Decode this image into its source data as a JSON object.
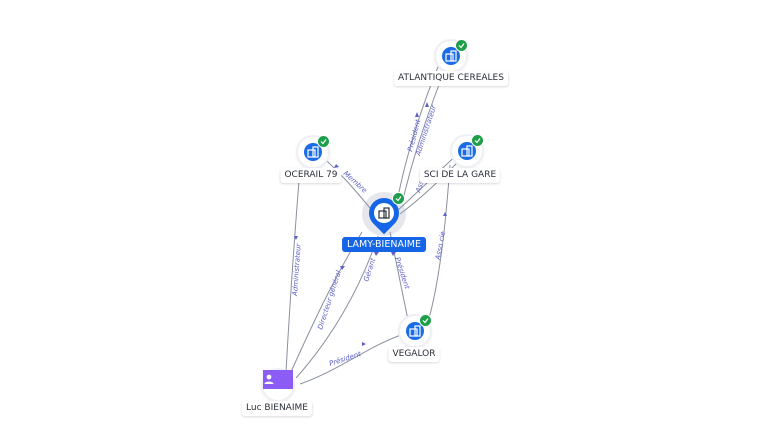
{
  "colors": {
    "company": "#1a6be6",
    "main": "#1565e6",
    "person": "#8b5cf6",
    "verified": "#1e9e4a",
    "edge": "#8a8fa0",
    "edge_label": "#5b5fc7"
  },
  "nodes": {
    "atlantique": {
      "label": "ATLANTIQUE CEREALES",
      "icon": "building-icon",
      "verified": true
    },
    "ocerail": {
      "label": "OCERAIL 79",
      "icon": "building-icon",
      "verified": true
    },
    "sci": {
      "label": "SCI DE LA GARE",
      "icon": "building-icon",
      "verified": true
    },
    "lamy": {
      "label": "LAMY-BIENAIME",
      "icon": "building-icon",
      "verified": true
    },
    "vegalor": {
      "label": "VEGALOR",
      "icon": "building-icon",
      "verified": true
    },
    "luc": {
      "label": "Luc BIENAIME",
      "icon": "person-icon",
      "verified": false
    }
  },
  "edges": {
    "lamy_atlantique_1": "Président",
    "lamy_atlantique_2": "Administrateur",
    "lamy_ocerail": "Membre",
    "lamy_sci": "Asso",
    "lamy_vegalor": "Président",
    "sci_vegalor": "Asso cie",
    "luc_ocerail": "Administrateur",
    "luc_lamy_dg": "Directeur général",
    "luc_lamy_gerant": "Gérant",
    "luc_vegalor": "Président"
  }
}
